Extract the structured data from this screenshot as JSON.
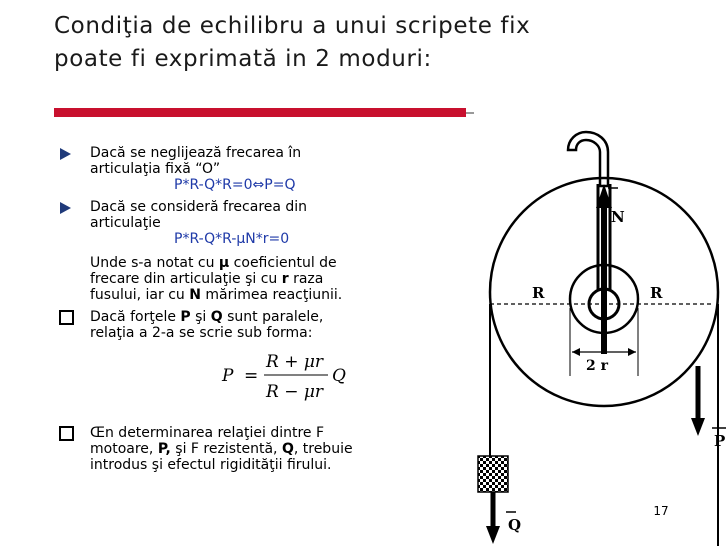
{
  "slide": {
    "title_line1": "Condiţia de echilibru a unui scripete fix",
    "title_line2": "poate fi exprimată in 2 moduri:",
    "page_number": "17"
  },
  "bullets": {
    "b1_line1": "Dacă se neglijează frecarea în",
    "b1_line2": "articulaţia fixă “O”",
    "b1_formula": "P*R-Q*R=0⇔P=Q",
    "b2_line1": "Dacă se consideră frecarea din",
    "b2_line2": "articulaţie",
    "b2_formula": "P*R-Q*R-μN*r=0",
    "note_l1_a": "Unde s-a notat cu ",
    "note_mu": "μ",
    "note_l1_b": " coeficientul de",
    "note_l2_a": "frecare din articulaţie şi cu ",
    "note_r": "r",
    "note_l2_b": " raza",
    "note_l3_a": "fusului, iar cu ",
    "note_N": "N",
    "note_l3_b": " mărimea reacţiunii.",
    "b3_l1_a": "Dacă forţele ",
    "b3_P": "P",
    "b3_l1_b": " şi ",
    "b3_Q": "Q",
    "b3_l1_c": " sunt paralele,",
    "b3_l2": "relaţia a 2-a se scrie sub forma:",
    "b4_l1": "Œn determinarea relaţiei dintre F",
    "b4_l2_a": "motoare, ",
    "b4_P": "P,",
    "b4_l2_b": " şi F rezistentă, ",
    "b4_Q": "Q",
    "b4_l2_c": ", trebuie",
    "b4_l3": "introdus şi efectul rigidităţii firului."
  },
  "equation": {
    "lhs": "P",
    "eq": "=",
    "num": "R + μr",
    "den": "R − μr",
    "factor": "Q"
  },
  "diagram_labels": {
    "N": "N",
    "R_left": "R",
    "R_right": "R",
    "two_r": "2 r",
    "P": "P",
    "Q": "Q"
  },
  "colors": {
    "accent_red": "#c8102e",
    "formula_blue": "#1f3aa8",
    "arrow_bullet": "#1f3a7a"
  }
}
